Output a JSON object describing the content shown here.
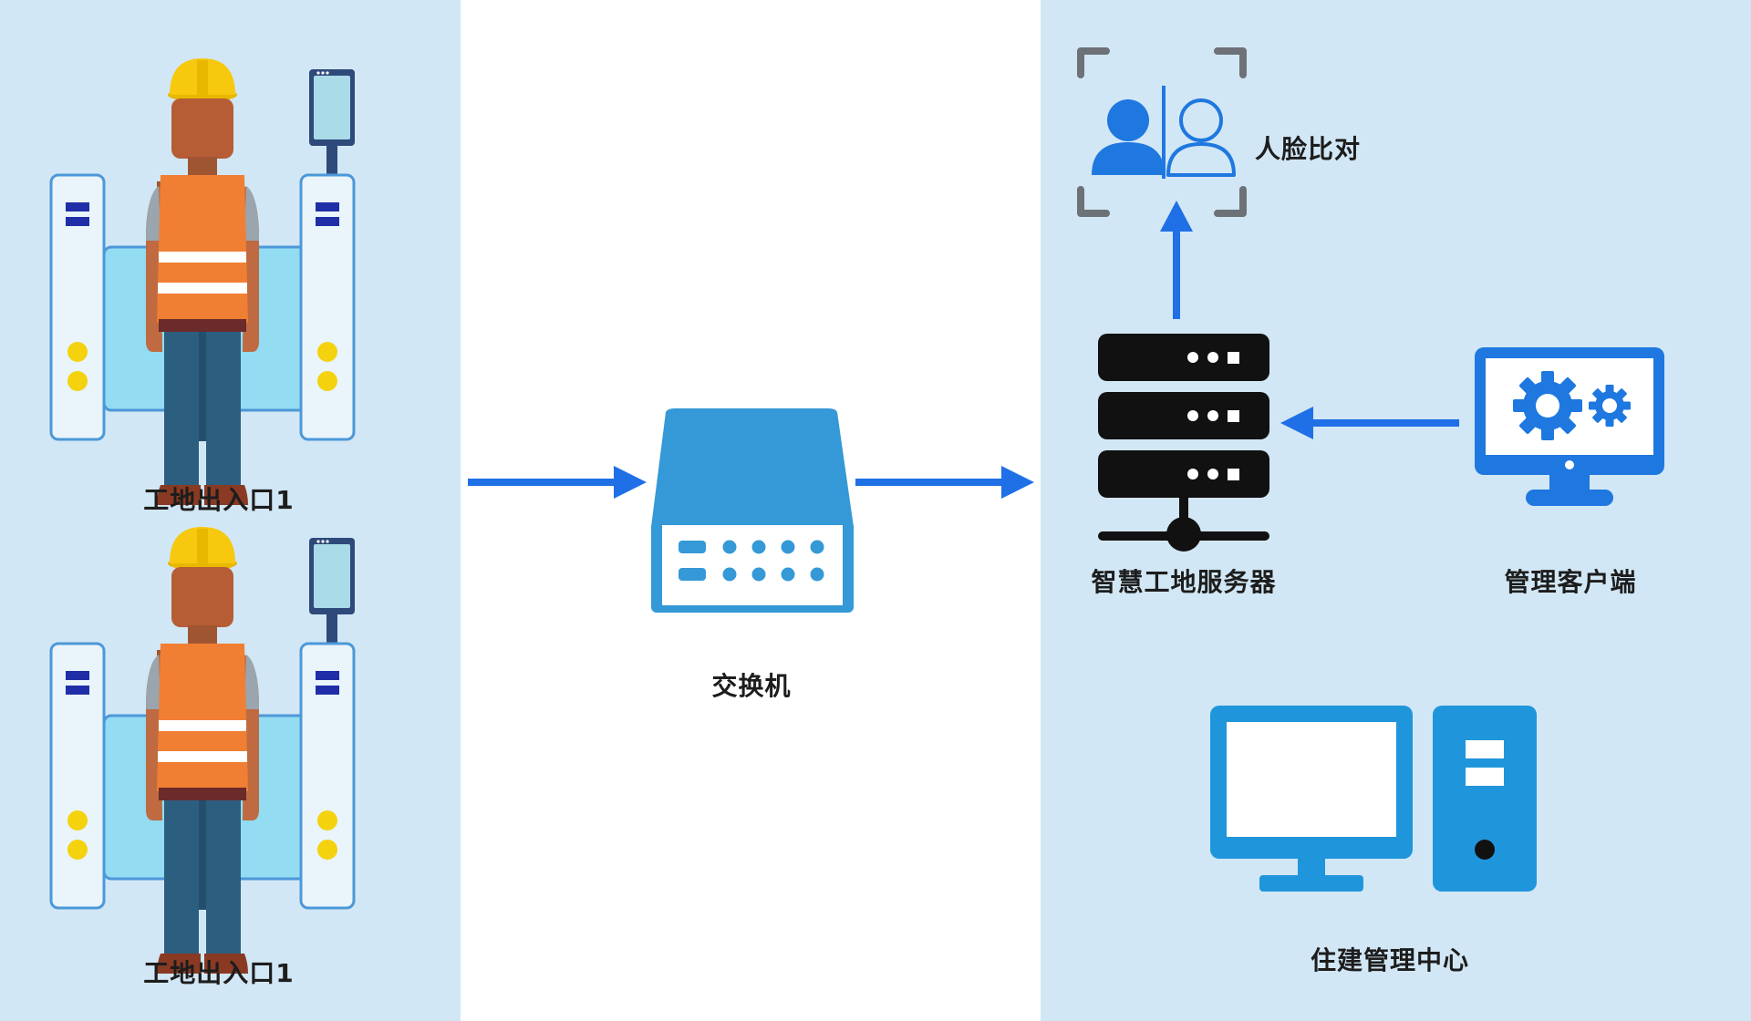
{
  "labels": {
    "entrance_1": "工地出入口1",
    "entrance_2": "工地出入口1",
    "switch": "交换机",
    "face_compare": "人脸比对",
    "server": "智慧工地服务器",
    "client": "管理客户端",
    "housing_center": "住建管理中心"
  },
  "colors": {
    "panel_bg": "#d2e7f5",
    "arrow": "#1f6fe6",
    "switch_blue": "#3499d6",
    "device_blue": "#1e78e0",
    "computer_blue": "#1f96dc"
  }
}
